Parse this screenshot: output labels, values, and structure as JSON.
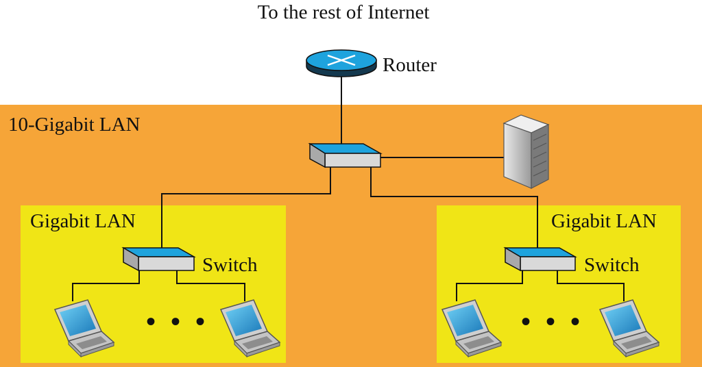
{
  "diagram": {
    "title_text": "To the rest of Internet",
    "router_label": "Router",
    "backbone_label": "10-Gigabit LAN",
    "left_lan": {
      "label": "Gigabit LAN",
      "switch_label": "Switch",
      "ellipsis": "• • •"
    },
    "right_lan": {
      "label": "Gigabit LAN",
      "switch_label": "Switch",
      "ellipsis": "• • •"
    },
    "colors": {
      "backbone_fill": "#F6A538",
      "lan_fill": "#F0E516",
      "device_top": "#1EA3DD",
      "device_body": "#D9D9D9",
      "line": "#111111"
    }
  }
}
